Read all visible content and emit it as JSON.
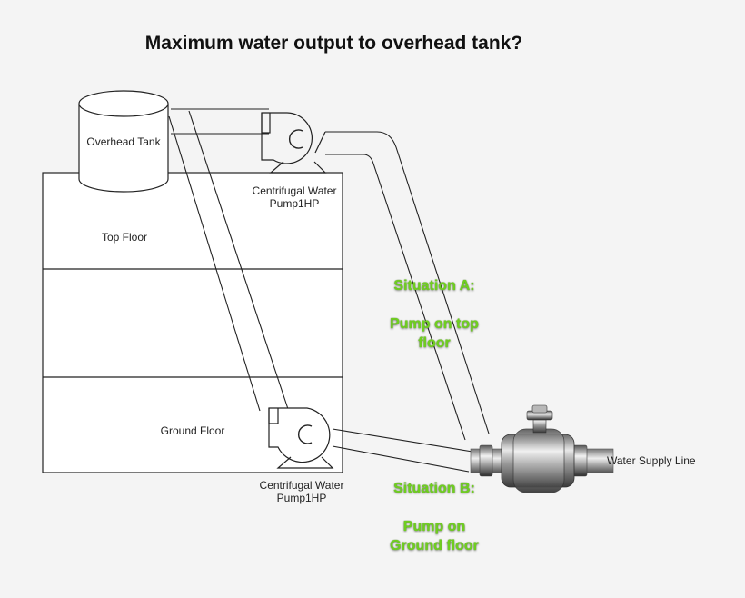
{
  "title": "Maximum water output to overhead tank?",
  "tank": {
    "label": "Overhead Tank"
  },
  "floors": {
    "top": "Top Floor",
    "ground": "Ground Floor"
  },
  "pumps": {
    "top": {
      "label_line1": "Centrifugal Water",
      "label_line2": "Pump1HP"
    },
    "ground": {
      "label_line1": "Centrifugal Water",
      "label_line2": "Pump1HP"
    }
  },
  "situations": {
    "a": {
      "heading": "Situation A:",
      "line1": "Pump on top",
      "line2": "floor"
    },
    "b": {
      "heading": "Situation B:",
      "line1": "Pump on",
      "line2": "Ground floor"
    }
  },
  "valve": {
    "label": "Water Supply Line"
  },
  "colors": {
    "situation_text": "#6fcf1f",
    "lines": "#222222",
    "background": "#f4f4f4"
  }
}
